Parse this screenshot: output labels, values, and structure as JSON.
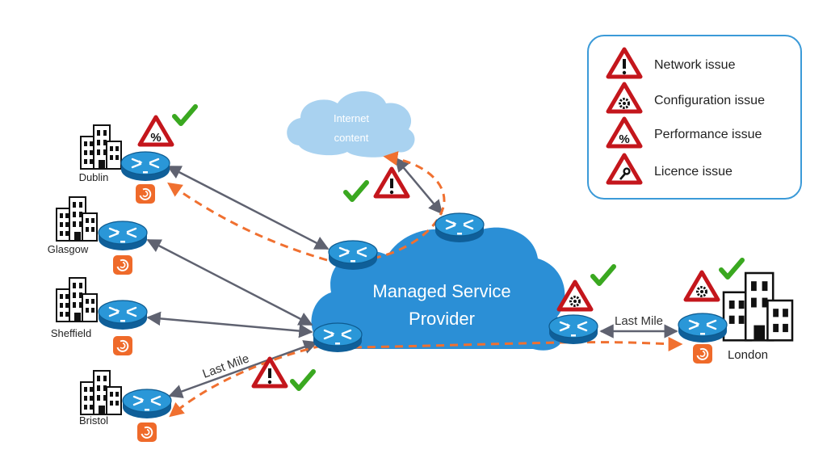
{
  "cloud": {
    "label_line1": "Managed Service",
    "label_line2": "Provider"
  },
  "internet": {
    "label_line1": "Internet",
    "label_line2": "content"
  },
  "sites": {
    "dublin": "Dublin",
    "glasgow": "Glasgow",
    "sheffield": "Sheffield",
    "bristol": "Bristol",
    "london": "London"
  },
  "links": {
    "last_mile_left": "Last Mile",
    "last_mile_right": "Last Mile"
  },
  "legend": {
    "network": "Network issue",
    "configuration": "Configuration issue",
    "performance": "Performance issue",
    "licence": "Licence issue"
  },
  "colors": {
    "cloud": "#2b8fd6",
    "internet_cloud": "#a9d2f0",
    "alert_red": "#c4161c",
    "check_green": "#3aa820",
    "dashed_orange": "#f07030",
    "arrow_gray": "#5f6270",
    "router_blue": "#1f86c8",
    "badge_orange": "#ef6a2a"
  }
}
